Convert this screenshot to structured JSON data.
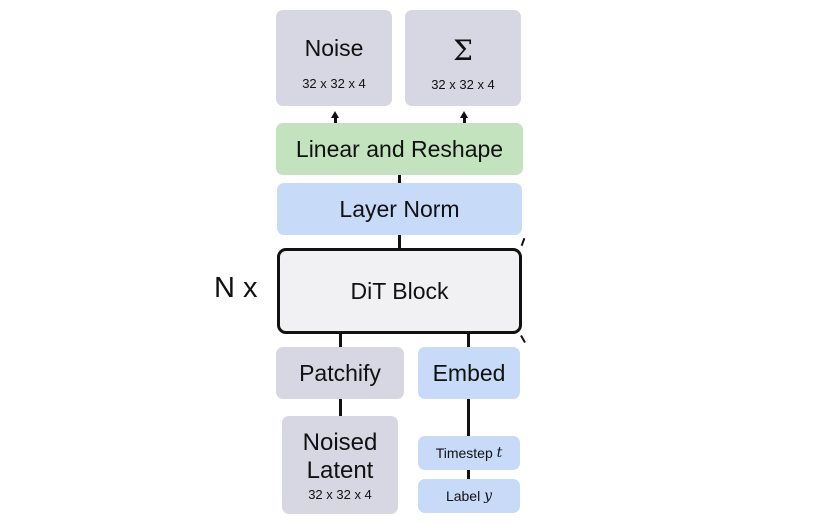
{
  "outputs": {
    "noise": {
      "label": "Noise",
      "dims": "32 x 32 x 4"
    },
    "sigma": {
      "label": "Σ",
      "dims": "32 x 32 x 4"
    }
  },
  "linear_reshape": {
    "label": "Linear and Reshape"
  },
  "layer_norm": {
    "label": "Layer Norm"
  },
  "dit_block": {
    "label": "DiT Block",
    "repeat": "N x"
  },
  "patchify": {
    "label": "Patchify"
  },
  "embed": {
    "label": "Embed"
  },
  "noised_latent": {
    "line1": "Noised",
    "line2": "Latent",
    "dims": "32 x 32 x 4"
  },
  "timestep": {
    "label": "Timestep ",
    "var": "t"
  },
  "class_label": {
    "label": "Label ",
    "var": "y"
  },
  "colors": {
    "gray": "#d6d7e2",
    "blue": "#c7daf8",
    "green": "#c3e2be",
    "dit_fill": "#f1f1f4"
  }
}
